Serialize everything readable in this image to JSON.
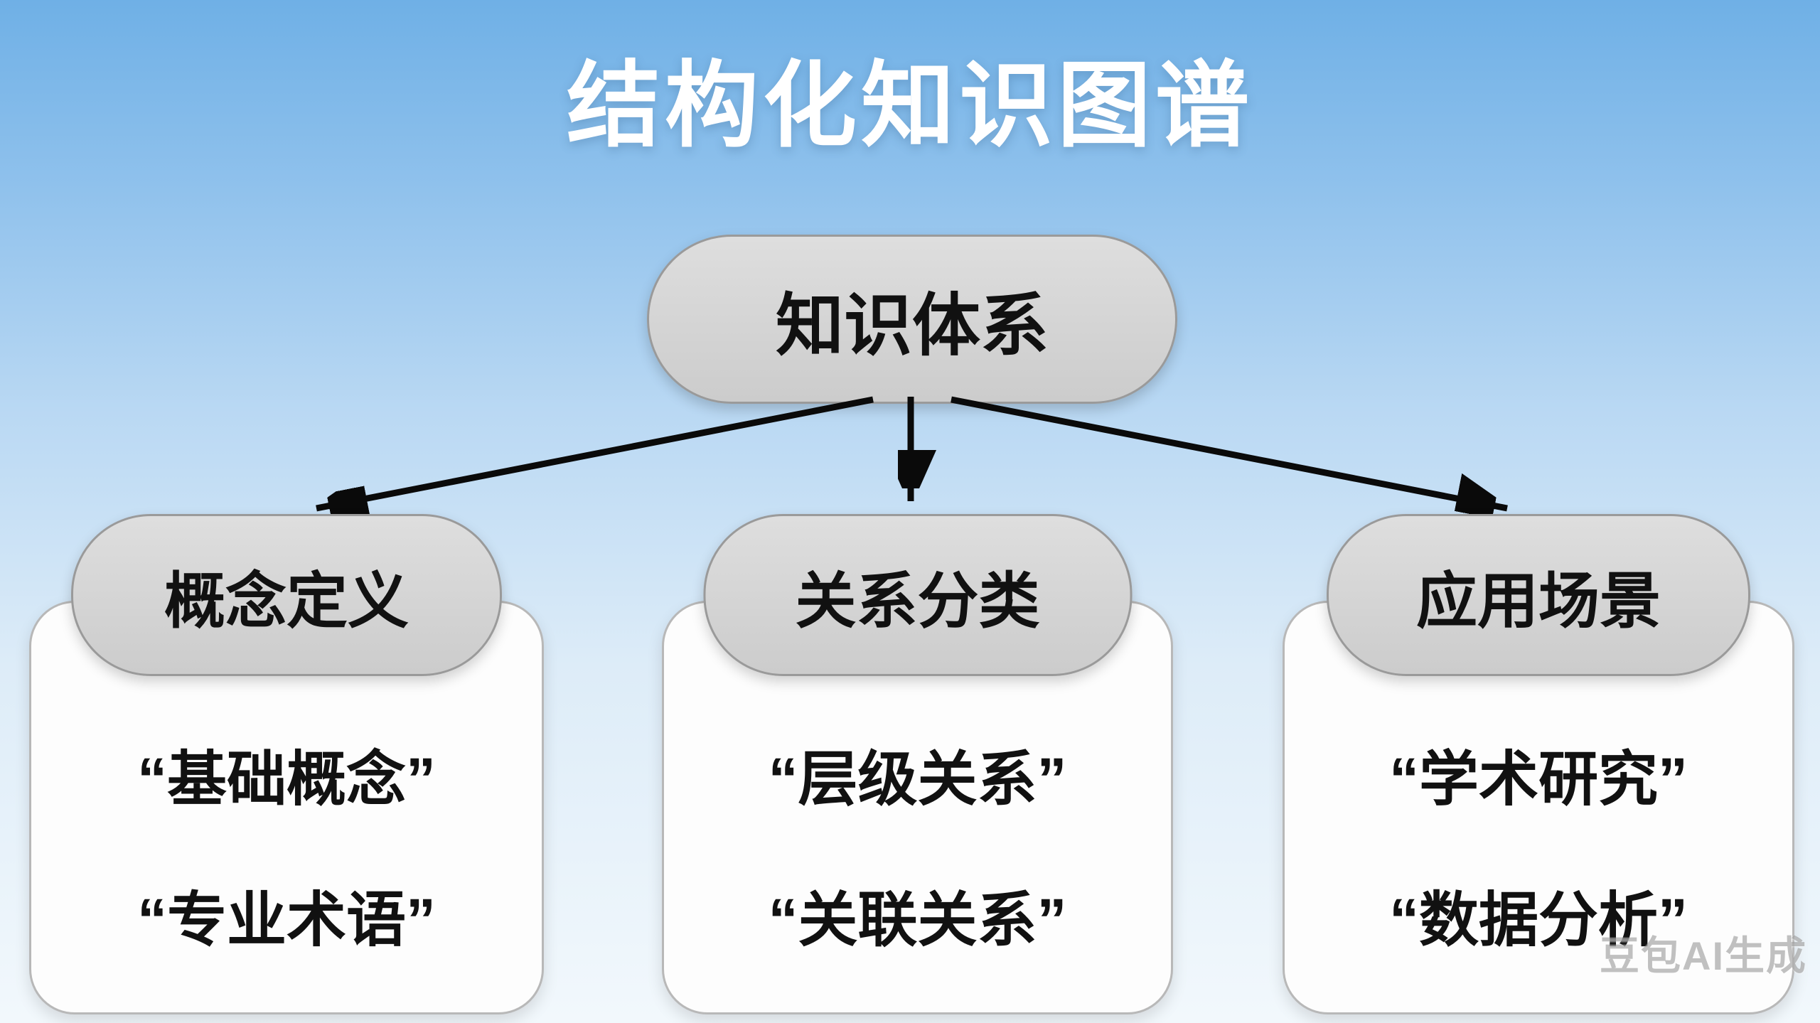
{
  "title": "结构化知识图谱",
  "root": {
    "label": "知识体系"
  },
  "branches": [
    {
      "header": "概念定义",
      "items": [
        "“基础概念”",
        "“专业术语”"
      ]
    },
    {
      "header": "关系分类",
      "items": [
        "“层级关系”",
        "“关联关系”"
      ]
    },
    {
      "header": "应用场景",
      "items": [
        "“学术研究”",
        "“数据分析”"
      ]
    }
  ],
  "watermark": "豆包AI生成",
  "colors": {
    "background_top": "#6fb0e6",
    "background_bottom": "#f2f8fc",
    "node_fill": "#d4d4d4",
    "node_border": "#9a9a9a",
    "body_fill": "#fdfdfd",
    "arrow": "#0a0a0a",
    "title_text": "#ffffff",
    "node_text": "#111111"
  }
}
